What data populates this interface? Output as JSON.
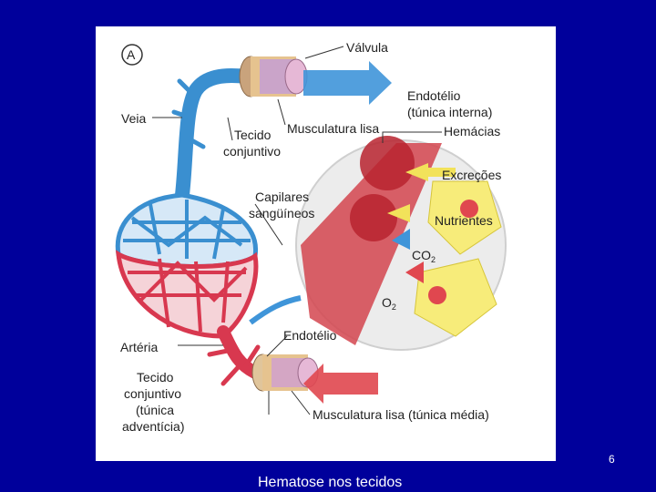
{
  "panel_letter": "A",
  "labels": {
    "valvula": "Válvula",
    "endotelio_top_1": "Endotélio",
    "endotelio_top_2": "(túnica interna)",
    "veia": "Veia",
    "tecido_1": "Tecido",
    "tecido_2": "conjuntivo",
    "musculatura_lisa": "Musculatura lisa",
    "hemacias": "Hemácias",
    "excrecoes": "Excreções",
    "capilares_1": "Capilares",
    "capilares_2": "sangüíneos",
    "nutrientes": "Nutrientes",
    "co2": "CO",
    "co2_sub": "2",
    "o2": "O",
    "o2_sub": "2",
    "arteria": "Artéria",
    "endotelio_bottom": "Endotélio",
    "tecido_adv_1": "Tecido",
    "tecido_adv_2": "conjuntivo",
    "tecido_adv_3": "(túnica",
    "tecido_adv_4": "adventícia)",
    "musculatura_media": "Musculatura lisa (túnica média)"
  },
  "slide_number": "6",
  "caption": "Hematose nos tecidos",
  "colors": {
    "background": "#00009b",
    "vein": "#3a8fd0",
    "artery": "#d8384f",
    "arrow_blue": "#3f95d9",
    "arrow_red": "#e0474f",
    "arrow_yellow": "#f2e25a",
    "cell_yellow": "#f7ec7a"
  }
}
